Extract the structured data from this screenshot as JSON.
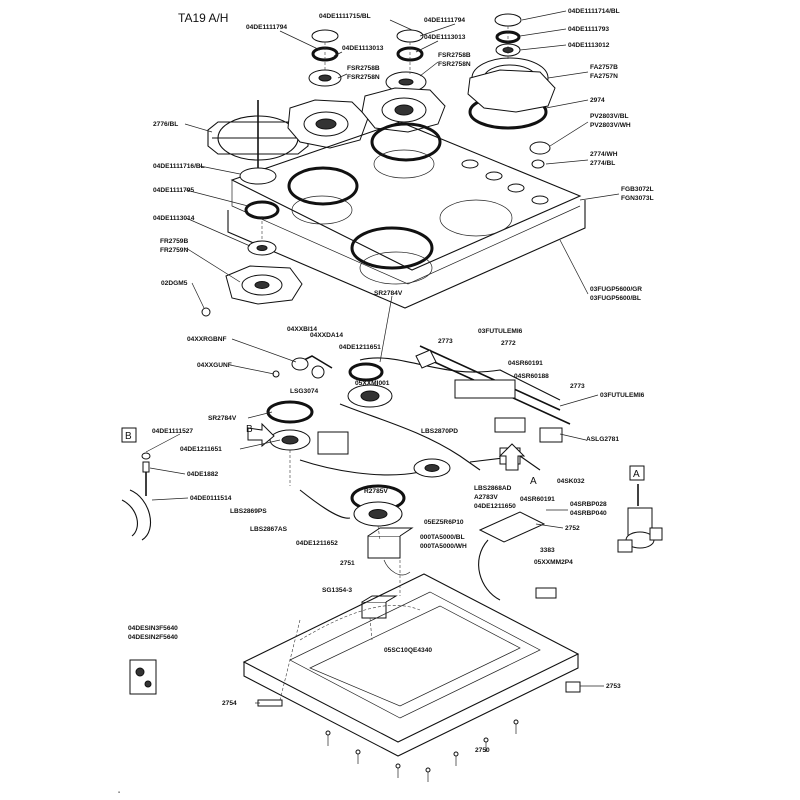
{
  "title": "TA19 A/H",
  "box_b": "B",
  "box_a": "A",
  "arrow_a": "A",
  "arrow_b": "B",
  "labels": {
    "L01": "04DE1111715/BL",
    "L02": "04DE1111794",
    "L03": "04DE1111794",
    "L04": "04DE1113013",
    "L05": "04DE1113013",
    "L06": "FSR2758B",
    "L07": "FSR2758N",
    "L08": "FSR2758B",
    "L09": "FSR2758N",
    "L10": "04DE1111714/BL",
    "L11": "04DE1111793",
    "L12": "04DE1113012",
    "L13": "FA2757B",
    "L14": "FA2757N",
    "L15": "2974",
    "L16": "2776/BL",
    "L17": "PV2803V/BL",
    "L18": "PV2803V/WH",
    "L19": "2774/WH",
    "L20": "2774/BL",
    "L21": "04DE1111716/BL",
    "L22": "04DE1111795",
    "L23": "FGB3072L",
    "L24": "FGN3073L",
    "L25": "04DE1113014",
    "L26": "FR2759B",
    "L27": "FR2759N",
    "L28": "02DGM5",
    "L29": "03FUGP5600/GR",
    "L30": "03FUGP5600/BL",
    "L31": "SR2784V",
    "L32": "04XXBI14",
    "L33": "04XXDA14",
    "L34": "04XXRGBNF",
    "L35": "04DE1211651",
    "L36": "2773",
    "L37": "03FUTULEMI6",
    "L38": "2772",
    "L39": "04XXGUNF",
    "L40": "05XXMI001",
    "L41": "04SR60191",
    "L42": "04SR60188",
    "L43": "2773",
    "L44": "03FUTULEMI6",
    "L45": "LSG3074",
    "L46": "SR2784V",
    "L47": "04DE1111527",
    "L48": "04DE1211651",
    "L49": "LBS2870PD",
    "L50": "ASLG2781",
    "L51": "04DE1882",
    "L52": "04DE0111514",
    "L53": "R2785V",
    "L54": "LBS2868AD",
    "L55": "A2783V",
    "L56": "04SR60191",
    "L57": "04SK032",
    "L58": "LBS2869PS",
    "L59": "04DE1211650",
    "L60": "04SRBP028",
    "L61": "04SRBP040",
    "L62": "LBS2867AS",
    "L63": "05EZ5R6P10",
    "L64": "2752",
    "L65": "04DE1211652",
    "L66": "000TA5000/BL",
    "L67": "000TA5000/WH",
    "L68": "3383",
    "L69": "2751",
    "L70": "05XXMM2P4",
    "L71": "SG1354-3",
    "L72": "04DESIN3F5640",
    "L73": "04DESIN2F5640",
    "L74": "05SC10QE4340",
    "L75": "2753",
    "L76": "2754",
    "L77": "2750"
  }
}
